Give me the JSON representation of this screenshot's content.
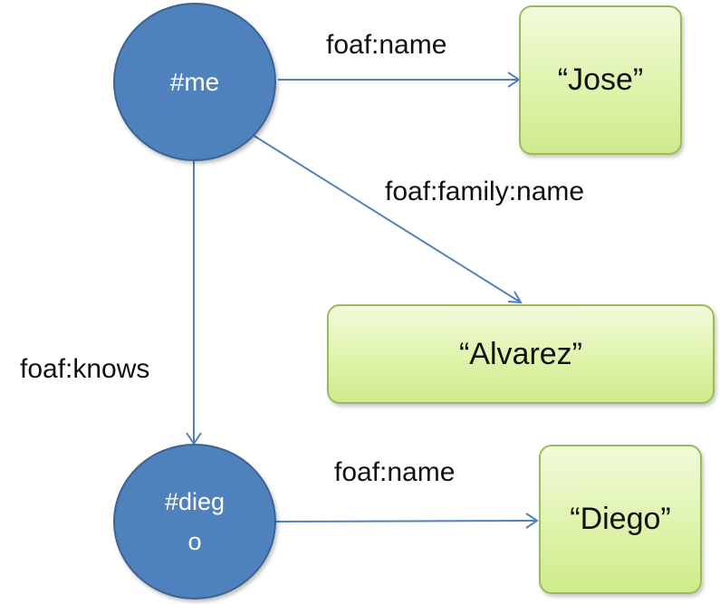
{
  "nodes": {
    "me": "#me",
    "diego": "#dieg o",
    "jose": "“Jose”",
    "alvarez": "“Alvarez”",
    "diego_name": "“Diego”"
  },
  "edges": {
    "me_name": "foaf:name",
    "me_family_name": "foaf:family:name",
    "me_knows": "foaf:knows",
    "diego_name": "foaf:name"
  },
  "colors": {
    "resource_fill": "#4f81bd",
    "literal_fill": "#dff3ac",
    "literal_border": "#9bbb59",
    "edge_stroke": "#4f81bd"
  }
}
